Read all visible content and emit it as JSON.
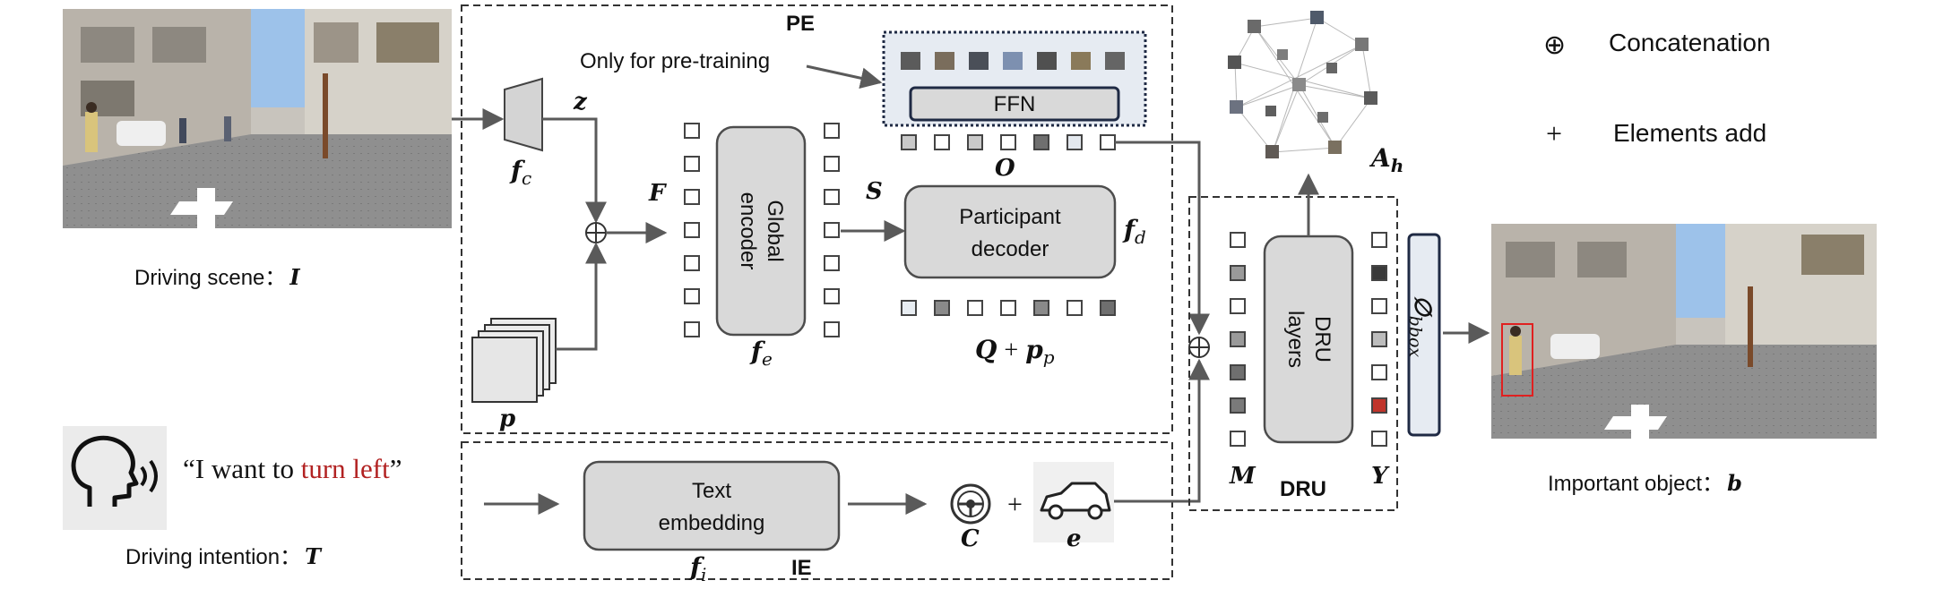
{
  "scene": {
    "caption": "Driving scene：",
    "symbol": "I"
  },
  "pe": {
    "label": "PE",
    "pretrain_note": "Only for pre-training",
    "ffn_label": "FFN"
  },
  "symbols": {
    "fc": "f",
    "fc_sub": "c",
    "z": "z",
    "F": "F",
    "S": "S",
    "p": "p",
    "fe": "f",
    "fe_sub": "e",
    "O": "O",
    "fd": "f",
    "fd_sub": "d",
    "Qp_Q": "Q",
    "Qp_plus": "+",
    "Qp_p": "p",
    "Qp_sub": "p",
    "Ah": "A",
    "Ah_sub": "h",
    "M": "M",
    "Y": "Y",
    "fi": "f",
    "fi_sub": "i",
    "C": "C",
    "e": "e",
    "phi": "∅",
    "phi_sub": "bbox",
    "b": "b"
  },
  "global_encoder": {
    "line1": "Global",
    "line2": "encoder"
  },
  "participant_decoder": {
    "line1": "Participant",
    "line2": "decoder"
  },
  "dru": {
    "label": "DRU",
    "line1": "DRU",
    "line2": "layers"
  },
  "intention": {
    "quote_open": "“I want to ",
    "quote_red": "turn left",
    "quote_close": "”",
    "caption": "Driving intention：",
    "symbol": "T"
  },
  "text_embedding": {
    "line1": "Text",
    "line2": "embedding"
  },
  "ie": {
    "label": "IE"
  },
  "legend": {
    "concat_symbol": "⊕",
    "concat_label": "Concatenation",
    "add_symbol": "+",
    "add_label": "Elements add"
  },
  "output": {
    "caption": "Important object：",
    "symbol": "b"
  },
  "ops": {
    "plus": "+",
    "concat": "⊕"
  },
  "colors": {
    "box_fill": "#d9d9d9",
    "box_stroke": "#4d4d4d",
    "red_text": "#b22222",
    "red_cell": "#c0342b",
    "dark_cell": "#3a3a3a",
    "mid_cell": "#8a8a8a",
    "navy": "#1f2a44"
  }
}
